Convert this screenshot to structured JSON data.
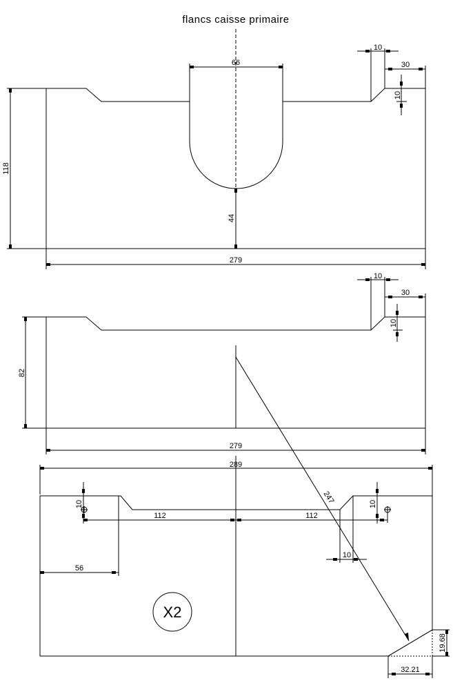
{
  "title": "flancs caisse primaire",
  "view_top": {
    "dims": {
      "height": "118",
      "width": "279",
      "cutout_width": "66",
      "cutout_depth": "44",
      "notch_width": "10",
      "notch_offset": "30",
      "notch_depth": "10"
    }
  },
  "view_middle": {
    "dims": {
      "height": "82",
      "width": "279",
      "notch_width": "10",
      "notch_offset": "30",
      "notch_depth": "10"
    }
  },
  "view_bottom": {
    "dims": {
      "overall_width": "289",
      "hole_offset_left": "10",
      "hole_offset_right": "10",
      "half_span_left": "112",
      "half_span_right": "112",
      "ledge_left": "56",
      "notch_width": "10",
      "chamfer_leader": "247",
      "chamfer_height": "19.68",
      "chamfer_width": "32.21"
    },
    "quantity_label": "X2"
  }
}
